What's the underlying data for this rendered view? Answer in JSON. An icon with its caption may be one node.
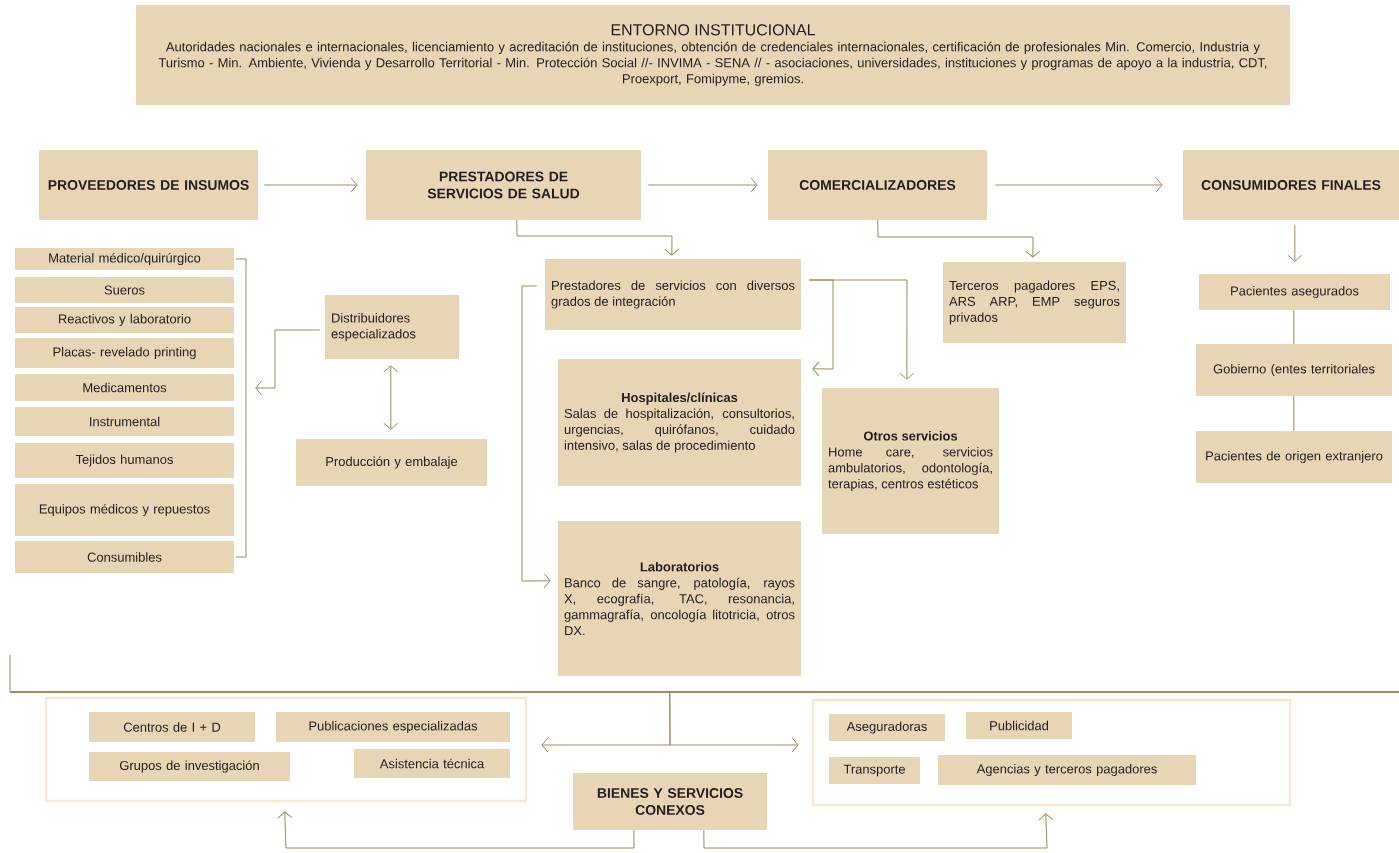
{
  "diagram": {
    "nodes": [
      {
        "text": [
          "ENTORNO INSTITUCIONAL",
          "Autoridades nacionales e internacionales, licenciamiento y acreditación de instituciones, obtención de credenciales internacionales, certificación de profesionales Min. Comercio, Industria y Turismo - Min. Ambiente, Vivienda y Desarrollo Territorial - Min. Protección Social //- INVIMA - SENA // - asociaciones, universidades, instituciones y programas de apoyo a la industria, CDT, Proexport, Fomipyme, gremios."
        ]
      },
      {
        "text": [
          "PROVEEDORES DE INSUMOS"
        ]
      },
      {
        "text": [
          "PRESTADORES DE SERVICIOS DE SALUD"
        ]
      },
      {
        "text": [
          "COMERCIALIZADORES"
        ]
      },
      {
        "text": [
          "CONSUMIDORES FINALES"
        ]
      },
      {
        "text": [
          "Material médico/quirúrgico"
        ]
      },
      {
        "text": [
          "Sueros"
        ]
      },
      {
        "text": [
          "Reactivos y laboratorio"
        ]
      },
      {
        "text": [
          "Placas- revelado printing"
        ]
      },
      {
        "text": [
          "Medicamentos"
        ]
      },
      {
        "text": [
          "Instrumental"
        ]
      },
      {
        "text": [
          "Tejidos humanos"
        ]
      },
      {
        "text": [
          "Equipos médicos y repuestos"
        ]
      },
      {
        "text": [
          "Consumibles"
        ]
      },
      {
        "text": [
          "Distribuidores especializados"
        ]
      },
      {
        "text": [
          "Producción y embalaje"
        ]
      },
      {
        "text": [
          "Prestadores de servicios con diversos grados de integración"
        ]
      },
      {
        "text": [
          "Hospitales/clínicas",
          "Salas de hospitalización, consultorios, urgencias, quirófanos, cuidado intensivo, salas de procedimiento"
        ]
      },
      {
        "text": [
          "Otros servicios",
          "Home care, servicios ambulatorios, odontología, terapias, centros estéticos"
        ]
      },
      {
        "text": [
          "Laboratorios",
          "Banco de sangre, patología, rayos X, ecografía, TAC, resonancia, gammagrafía, oncología litotricia, otros DX."
        ]
      },
      {
        "text": [
          "Terceros pagadores EPS, ARS ARP, EMP seguros privados"
        ]
      },
      {
        "text": [
          "Pacientes asegurados"
        ]
      },
      {
        "text": [
          "Gobierno (entes territoriales"
        ]
      },
      {
        "text": [
          "Pacientes de origen extranjero"
        ]
      },
      {
        "text": [],
        "shape": "bar"
      },
      {
        "text": [],
        "shape": "box"
      },
      {
        "text": [
          "Centros de I + D"
        ],
        "in": 25
      },
      {
        "text": [
          "Publicaciones especializadas"
        ],
        "in": 25
      },
      {
        "text": [
          "Grupos de investigación"
        ],
        "in": 25
      },
      {
        "text": [
          "Asistencia técnica"
        ],
        "in": 25
      },
      {
        "text": [],
        "shape": "box"
      },
      {
        "text": [
          "Aseguradoras"
        ],
        "in": 30
      },
      {
        "text": [
          "Publicidad"
        ],
        "in": 30
      },
      {
        "text": [
          "Transporte"
        ],
        "in": 30
      },
      {
        "text": [
          "Agencias y terceros pagadores"
        ],
        "in": 30
      },
      {
        "text": [
          "BIENES Y SERVICIOS CONEXOS"
        ]
      }
    ],
    "edges": [
      {
        "from": 1,
        "to": 2,
        "arrow": "to"
      },
      {
        "from": 2,
        "to": 3,
        "arrow": "to"
      },
      {
        "from": 3,
        "to": 4,
        "arrow": "to"
      },
      {
        "from": 2,
        "to": 16,
        "arrow": "to"
      },
      {
        "from": 3,
        "to": 20,
        "arrow": "to"
      },
      {
        "from": 4,
        "to": 21,
        "arrow": "to"
      },
      {
        "from": 21,
        "to": 22,
        "arrow": "none"
      },
      {
        "from": 22,
        "to": 23,
        "arrow": "none"
      },
      {
        "from": 14,
        "to": null,
        "arrow": "to"
      },
      {
        "from": 14,
        "to": 15,
        "arrow": "both"
      },
      {
        "from": 16,
        "to": 17,
        "arrow": "to"
      },
      {
        "from": 16,
        "to": 18,
        "arrow": "to"
      },
      {
        "from": 16,
        "to": 19,
        "arrow": "to"
      },
      {
        "from": 24,
        "to": 25,
        "arrow": "to"
      },
      {
        "from": 24,
        "to": 30,
        "arrow": "to"
      },
      {
        "from": 35,
        "to": 25,
        "arrow": "to"
      },
      {
        "from": 35,
        "to": 30,
        "arrow": "to"
      }
    ]
  }
}
